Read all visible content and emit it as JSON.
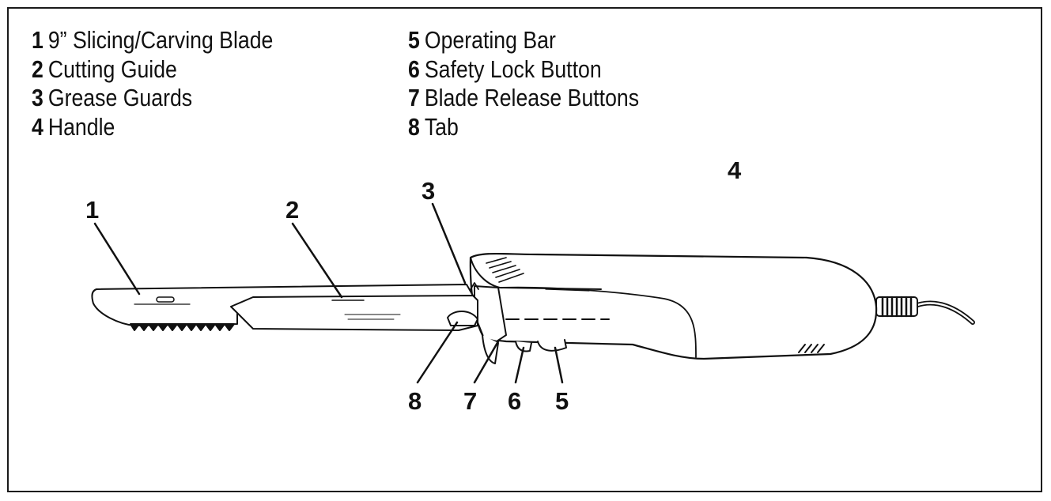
{
  "legend": [
    {
      "num": "1",
      "label": "9” Slicing/Carving Blade"
    },
    {
      "num": "2",
      "label": "Cutting Guide"
    },
    {
      "num": "3",
      "label": "Grease Guards"
    },
    {
      "num": "4",
      "label": "Handle"
    },
    {
      "num": "5",
      "label": "Operating Bar"
    },
    {
      "num": "6",
      "label": "Safety Lock Button"
    },
    {
      "num": "7",
      "label": "Blade Release Buttons"
    },
    {
      "num": "8",
      "label": "Tab"
    }
  ],
  "callouts": [
    "1",
    "2",
    "3",
    "4",
    "5",
    "6",
    "7",
    "8"
  ]
}
